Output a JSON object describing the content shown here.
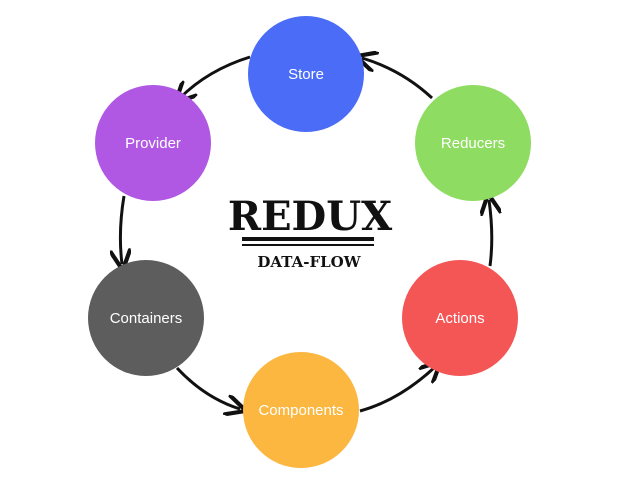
{
  "title": {
    "main": "REDUX",
    "sub": "DATA-FLOW"
  },
  "nodes": [
    {
      "id": "store",
      "label": "Store",
      "color": "#4a6cf7"
    },
    {
      "id": "reducers",
      "label": "Reducers",
      "color": "#8fdc62"
    },
    {
      "id": "actions",
      "label": "Actions",
      "color": "#f45656"
    },
    {
      "id": "components",
      "label": "Components",
      "color": "#fbb740"
    },
    {
      "id": "containers",
      "label": "Containers",
      "color": "#5d5d5d"
    },
    {
      "id": "provider",
      "label": "Provider",
      "color": "#b058e4"
    }
  ],
  "edges": [
    {
      "from": "store",
      "to": "provider"
    },
    {
      "from": "provider",
      "to": "containers"
    },
    {
      "from": "containers",
      "to": "components"
    },
    {
      "from": "components",
      "to": "actions"
    },
    {
      "from": "actions",
      "to": "reducers"
    },
    {
      "from": "reducers",
      "to": "store"
    }
  ],
  "colors": {
    "arrow": "#111111",
    "title": "#111111"
  }
}
